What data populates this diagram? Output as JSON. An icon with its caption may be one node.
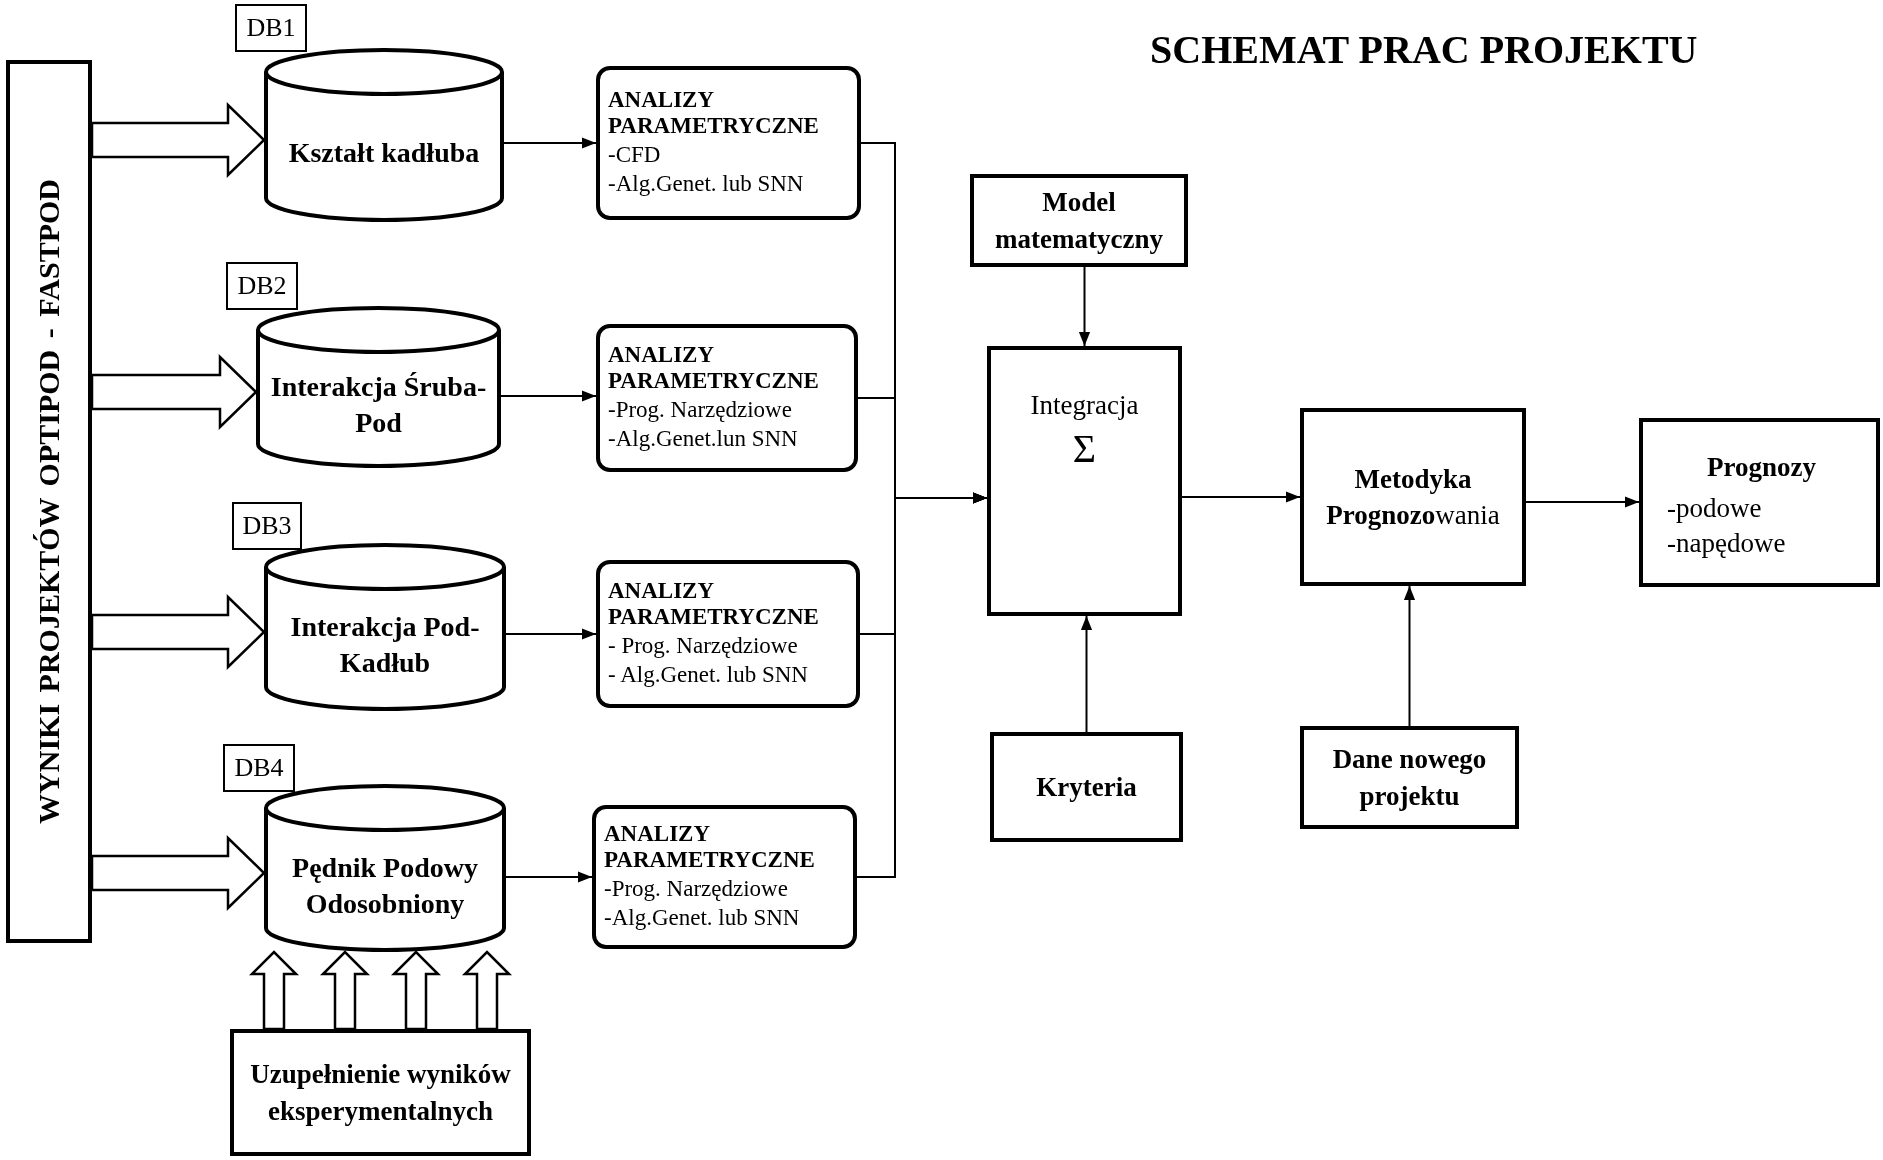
{
  "diagram": {
    "title": "SCHEMAT PRAC PROJEKTU",
    "nodes": [
      {
        "text": [
          "WYNIKI PROJEKTÓW OPTIPOD - FASTPOD"
        ]
      },
      {
        "text": [
          "DB1"
        ]
      },
      {
        "text": [
          "Kształt kadłuba"
        ]
      },
      {
        "text": [
          "ANALIZY PARAMETRYCZNE",
          "-CFD",
          "-Alg.Genet. lub SNN"
        ]
      },
      {
        "text": [
          "DB2"
        ]
      },
      {
        "text": [
          "Interakcja Śruba-Pod"
        ]
      },
      {
        "text": [
          "ANALIZY PARAMETRYCZNE",
          "-Prog. Narzędziowe",
          "-Alg.Genet.lun SNN"
        ]
      },
      {
        "text": [
          "DB3"
        ]
      },
      {
        "text": [
          "Interakcja Pod-Kadłub"
        ]
      },
      {
        "text": [
          "ANALIZY PARAMETRYCZNE",
          "- Prog. Narzędziowe",
          "- Alg.Genet. lub SNN"
        ]
      },
      {
        "text": [
          "DB4"
        ]
      },
      {
        "text": [
          "Pędnik Podowy Odosobniony"
        ]
      },
      {
        "text": [
          "ANALIZY PARAMETRYCZNE",
          "-Prog. Narzędziowe",
          "-Alg.Genet. lub SNN"
        ]
      },
      {
        "text": [
          "Uzupełnienie wyników eksperymentalnych"
        ]
      },
      {
        "text": [
          "Model matematyczny"
        ]
      },
      {
        "text": [
          "Integracja",
          "Σ"
        ]
      },
      {
        "text": [
          "Kryteria"
        ]
      },
      {
        "text": [
          "**Metodyka Prognozo**wania"
        ]
      },
      {
        "text": [
          "Dane nowego projektu"
        ]
      },
      {
        "text": [
          "Prognozy",
          "-podowe",
          "-napędowe"
        ]
      }
    ],
    "edges": [
      {
        "from": 0,
        "to": 2,
        "arrow": "to",
        "style": "thick"
      },
      {
        "from": 0,
        "to": 5,
        "arrow": "to",
        "style": "thick"
      },
      {
        "from": 0,
        "to": 8,
        "arrow": "to",
        "style": "thick"
      },
      {
        "from": 0,
        "to": 11,
        "arrow": "to",
        "style": "thick"
      },
      {
        "from": 13,
        "to": 11,
        "arrow": "to",
        "style": "thick"
      },
      {
        "from": 13,
        "to": 11,
        "arrow": "to",
        "style": "thick"
      },
      {
        "from": 13,
        "to": 11,
        "arrow": "to",
        "style": "thick"
      },
      {
        "from": 13,
        "to": 11,
        "arrow": "to",
        "style": "thick"
      },
      {
        "from": 2,
        "to": 3,
        "arrow": "to"
      },
      {
        "from": 5,
        "to": 6,
        "arrow": "to"
      },
      {
        "from": 8,
        "to": 9,
        "arrow": "to"
      },
      {
        "from": 11,
        "to": 12,
        "arrow": "to"
      },
      {
        "from": 3,
        "to": 15,
        "arrow": "to"
      },
      {
        "from": 6,
        "to": 15,
        "arrow": "to"
      },
      {
        "from": 9,
        "to": 15,
        "arrow": "to"
      },
      {
        "from": 12,
        "to": 15,
        "arrow": "to"
      },
      {
        "from": 14,
        "to": 15,
        "arrow": "to"
      },
      {
        "from": 16,
        "to": 15,
        "arrow": "to"
      },
      {
        "from": 15,
        "to": 17,
        "arrow": "to"
      },
      {
        "from": 18,
        "to": 17,
        "arrow": "to"
      },
      {
        "from": 17,
        "to": 19,
        "arrow": "to"
      }
    ]
  }
}
